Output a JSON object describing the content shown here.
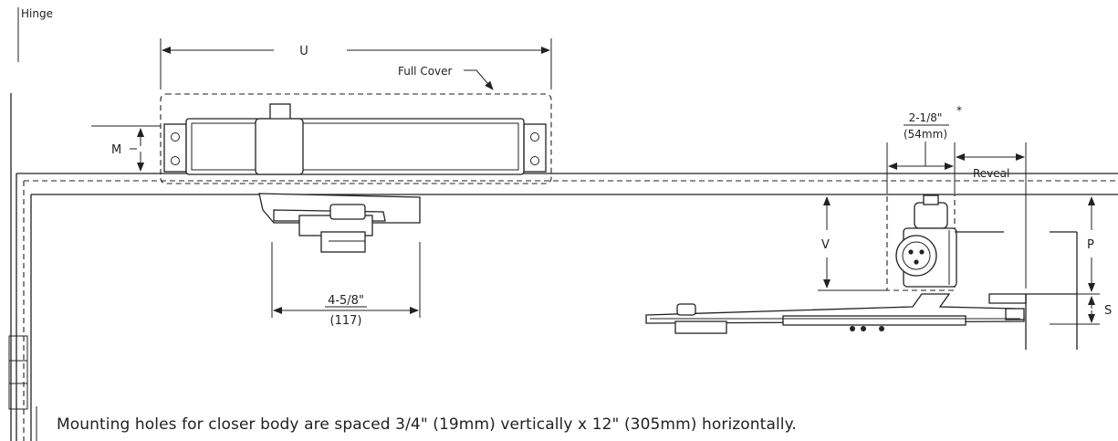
{
  "labels": {
    "hinge": "Hinge",
    "u": "U",
    "full_cover": "Full Cover",
    "m": "M",
    "dim_4_5_8": "4-5/8\"",
    "dim_117": "(117)",
    "dim_2_1_8": "2-1/8\"",
    "asterisk": "*",
    "dim_54mm": "(54mm)",
    "reveal": "Reveal",
    "v": "V",
    "p": "P",
    "s": "S"
  },
  "note": "Mounting holes for closer body are spaced 3/4\" (19mm) vertically x 12\" (305mm) horizontally."
}
